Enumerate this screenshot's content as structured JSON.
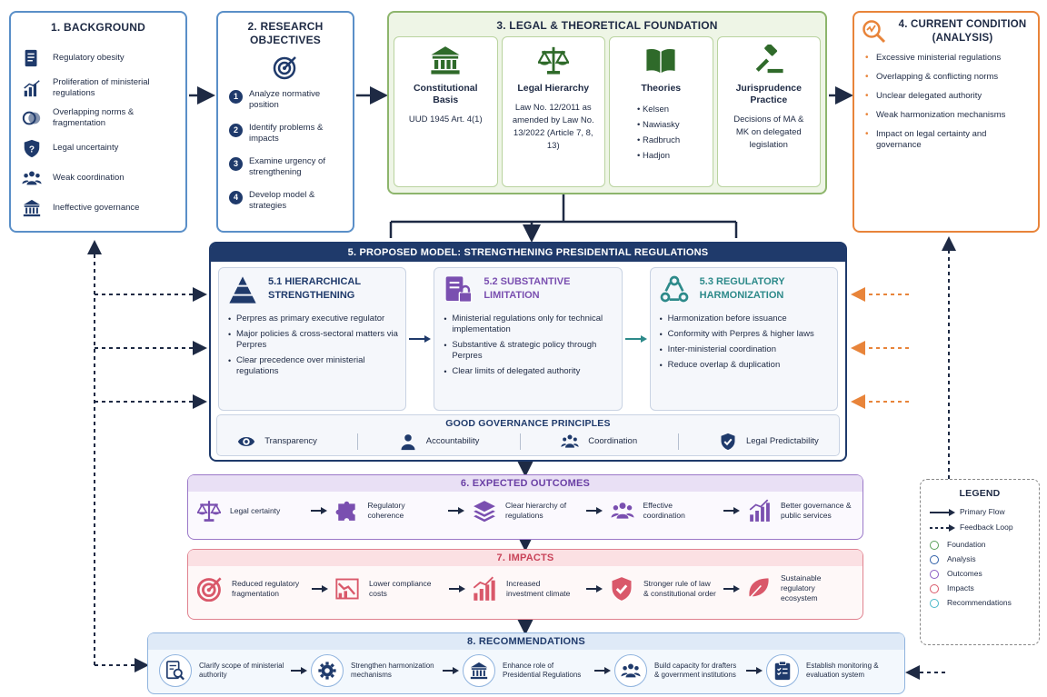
{
  "colors": {
    "navy": "#1f3a6b",
    "green": "#6a9a4e",
    "green_bg": "#eef5e6",
    "orange": "#e8843a",
    "purple": "#7a4fb0",
    "pink": "#d9586a",
    "lightblue": "#5a8fc8"
  },
  "background": {
    "title": "1. BACKGROUND",
    "items": [
      {
        "icon": "document-icon",
        "label": "Regulatory obesity"
      },
      {
        "icon": "bar-chart-icon",
        "label": "Proliferation of ministerial regulations"
      },
      {
        "icon": "overlap-circles-icon",
        "label": "Overlapping norms & fragmentation"
      },
      {
        "icon": "shield-question-icon",
        "label": "Legal uncertainty"
      },
      {
        "icon": "people-icon",
        "label": "Weak coordination"
      },
      {
        "icon": "institution-icon",
        "label": "Ineffective governance"
      }
    ]
  },
  "objectives": {
    "title_line1": "2. RESEARCH",
    "title_line2": "OBJECTIVES",
    "items": [
      {
        "num": "1",
        "label": "Analyze normative position"
      },
      {
        "num": "2",
        "label": "Identify problems & impacts"
      },
      {
        "num": "3",
        "label": "Examine urgency of strengthening"
      },
      {
        "num": "4",
        "label": "Develop model & strategies"
      }
    ]
  },
  "foundation": {
    "title": "3. LEGAL & THEORETICAL FOUNDATION",
    "cards": [
      {
        "icon": "pillar-building-icon",
        "title": "Constitutional Basis",
        "body": "UUD 1945 Art. 4(1)"
      },
      {
        "icon": "scales-icon",
        "title": "Legal Hierarchy",
        "body": "Law No. 12/2011 as amended by Law No. 13/2022 (Article 7, 8, 13)"
      },
      {
        "icon": "book-icon",
        "title": "Theories",
        "list": [
          "Kelsen",
          "Nawiasky",
          "Radbruch",
          "Hadjon"
        ]
      },
      {
        "icon": "gavel-icon",
        "title": "Jurisprudence Practice",
        "body": "Decisions of MA & MK on delegated legislation"
      }
    ]
  },
  "condition": {
    "title_line1": "4. CURRENT CONDITION",
    "title_line2": "(ANALYSIS)",
    "items": [
      "Excessive ministerial regulations",
      "Overlapping & conflicting norms",
      "Unclear delegated authority",
      "Weak harmonization mechanisms",
      "Impact on legal certainty and governance"
    ]
  },
  "model": {
    "title": "5. PROPOSED MODEL: STRENGTHENING PRESIDENTIAL REGULATIONS",
    "subs": [
      {
        "icon": "pyramid-icon",
        "title_line1": "5.1 HIERARCHICAL",
        "title_line2": "STRENGTHENING",
        "items": [
          "Perpres as primary executive regulator",
          "Major policies & cross-sectoral matters via Perpres",
          "Clear precedence over ministerial regulations"
        ]
      },
      {
        "icon": "locked-document-icon",
        "title_line1": "5.2 SUBSTANTIVE",
        "title_line2": "LIMITATION",
        "items": [
          "Ministerial regulations only for technical implementation",
          "Substantive & strategic policy through Perpres",
          "Clear limits of delegated authority"
        ]
      },
      {
        "icon": "harmony-cycle-icon",
        "title_line1": "5.3 REGULATORY",
        "title_line2": "HARMONIZATION",
        "items": [
          "Harmonization before issuance",
          "Conformity with Perpres & higher laws",
          "Inter-ministerial coordination",
          "Reduce overlap & duplication"
        ]
      }
    ],
    "principles_title": "GOOD GOVERNANCE PRINCIPLES",
    "principles": [
      {
        "icon": "eye-icon",
        "label": "Transparency"
      },
      {
        "icon": "person-icon",
        "label": "Accountability"
      },
      {
        "icon": "team-icon",
        "label": "Coordination"
      },
      {
        "icon": "shield-check-icon",
        "label": "Legal Predictability"
      }
    ]
  },
  "outcomes": {
    "title": "6. EXPECTED OUTCOMES",
    "items": [
      {
        "icon": "scales-icon",
        "label": "Legal certainty"
      },
      {
        "icon": "puzzle-icon",
        "label": "Regulatory coherence"
      },
      {
        "icon": "layers-icon",
        "label": "Clear hierarchy of regulations"
      },
      {
        "icon": "people-icon",
        "label": "Effective coordination"
      },
      {
        "icon": "growth-chart-icon",
        "label": "Better governance & public services"
      }
    ]
  },
  "impacts": {
    "title": "7. IMPACTS",
    "items": [
      {
        "icon": "target-icon",
        "label": "Reduced regulatory fragmentation"
      },
      {
        "icon": "decline-chart-icon",
        "label": "Lower compliance costs"
      },
      {
        "icon": "growth-chart-icon",
        "label": "Increased investment climate"
      },
      {
        "icon": "shield-check-icon",
        "label": "Stronger rule of law & constitutional order"
      },
      {
        "icon": "leaf-icon",
        "label": "Sustainable regulatory ecosystem"
      }
    ]
  },
  "recommendations": {
    "title": "8. RECOMMENDATIONS",
    "items": [
      {
        "icon": "search-document-icon",
        "label": "Clarify scope of ministerial authority"
      },
      {
        "icon": "gear-icon",
        "label": "Strengthen harmonization mechanisms"
      },
      {
        "icon": "institution-icon",
        "label": "Enhance role of Presidential Regulations"
      },
      {
        "icon": "people-icon",
        "label": "Build capacity for drafters & government institutions"
      },
      {
        "icon": "clipboard-icon",
        "label": "Establish monitoring & evaluation system"
      }
    ]
  },
  "legend": {
    "title": "LEGEND",
    "flows": [
      "Primary Flow",
      "Feedback Loop"
    ],
    "categories": [
      "Foundation",
      "Analysis",
      "Outcomes",
      "Impacts",
      "Recommendations"
    ]
  }
}
